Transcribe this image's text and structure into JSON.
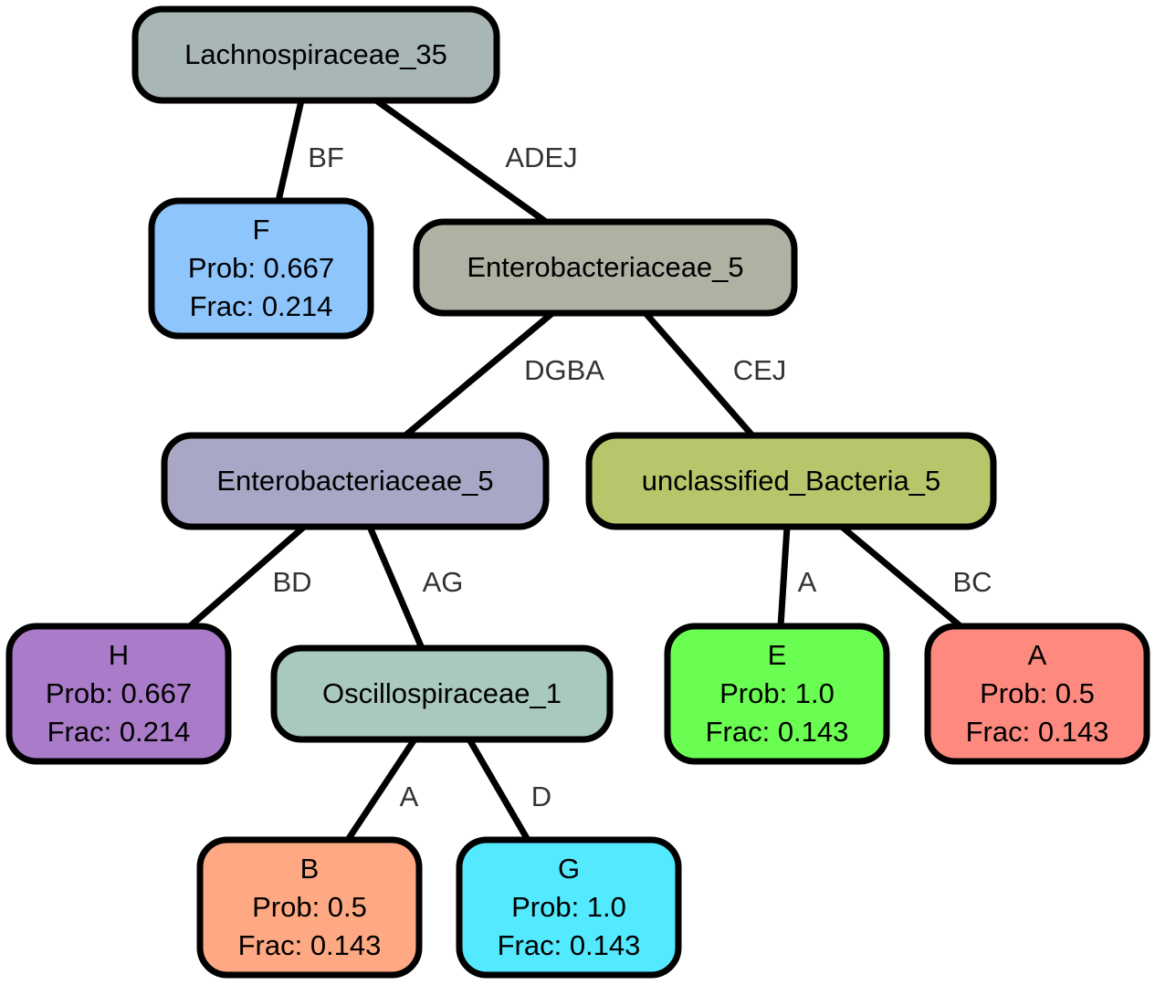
{
  "nodes": [
    {
      "id": "n1",
      "lines": [
        "Lachnospiraceae_35"
      ],
      "color": "#a8b7b6"
    },
    {
      "id": "n2",
      "lines": [
        "F",
        "Prob: 0.667",
        "Frac: 0.214"
      ],
      "color": "#8ec5fd"
    },
    {
      "id": "n3",
      "lines": [
        "Enterobacteriaceae_5"
      ],
      "color": "#adb2a3"
    },
    {
      "id": "n4",
      "lines": [
        "Enterobacteriaceae_5"
      ],
      "color": "#a8a8c6"
    },
    {
      "id": "n5",
      "lines": [
        "unclassified_Bacteria_5"
      ],
      "color": "#b7c66a"
    },
    {
      "id": "n6",
      "lines": [
        "H",
        "Prob: 0.667",
        "Frac: 0.214"
      ],
      "color": "#a97bc8"
    },
    {
      "id": "n7",
      "lines": [
        "Oscillospiraceae_1"
      ],
      "color": "#a9c8be"
    },
    {
      "id": "n8",
      "lines": [
        "E",
        "Prob: 1.0",
        "Frac: 0.143"
      ],
      "color": "#69fe51"
    },
    {
      "id": "n9",
      "lines": [
        "A",
        "Prob: 0.5",
        "Frac: 0.143"
      ],
      "color": "#fe897e"
    },
    {
      "id": "n10",
      "lines": [
        "B",
        "Prob: 0.5",
        "Frac: 0.143"
      ],
      "color": "#fea983"
    },
    {
      "id": "n11",
      "lines": [
        "G",
        "Prob: 1.0",
        "Frac: 0.143"
      ],
      "color": "#53e9fe"
    }
  ],
  "edges": [
    {
      "from": "n1",
      "to": "n2",
      "label": "BF"
    },
    {
      "from": "n1",
      "to": "n3",
      "label": "ADEJ"
    },
    {
      "from": "n3",
      "to": "n4",
      "label": "DGBA"
    },
    {
      "from": "n3",
      "to": "n5",
      "label": "CEJ"
    },
    {
      "from": "n4",
      "to": "n6",
      "label": "BD"
    },
    {
      "from": "n4",
      "to": "n7",
      "label": "AG"
    },
    {
      "from": "n5",
      "to": "n8",
      "label": "A"
    },
    {
      "from": "n5",
      "to": "n9",
      "label": "BC"
    },
    {
      "from": "n7",
      "to": "n10",
      "label": "A"
    },
    {
      "from": "n7",
      "to": "n11",
      "label": "D"
    }
  ]
}
